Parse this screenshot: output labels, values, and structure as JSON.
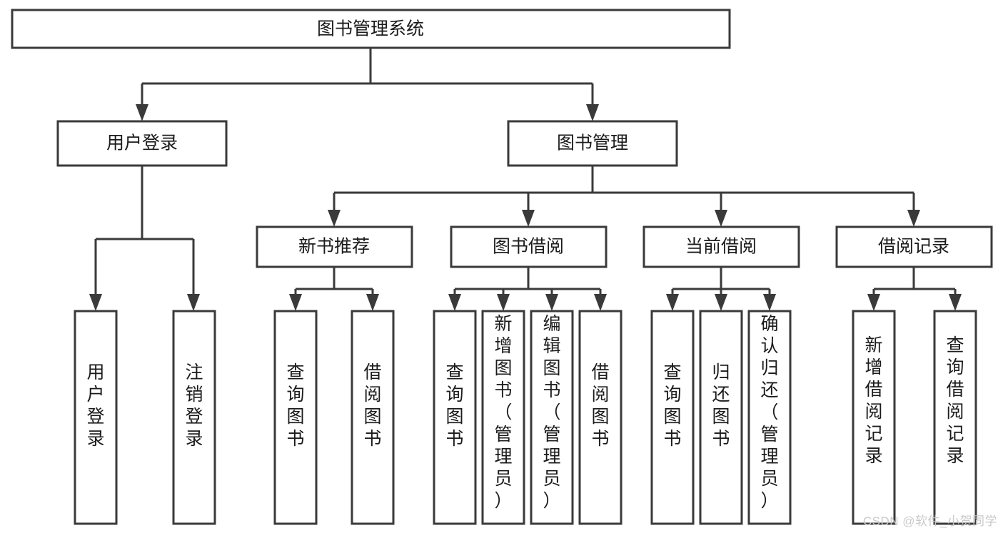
{
  "diagram": {
    "type": "tree",
    "title": "图书管理系统",
    "watermark": "CSDN @软件_小贺同学",
    "colors": {
      "stroke": "#3a3a3a",
      "fill": "#ffffff",
      "text": "#1b1b1b",
      "watermark": "#c9c9c9",
      "background": "#ffffff"
    },
    "root": {
      "label": "图书管理系统"
    },
    "level2": [
      {
        "label": "用户登录"
      },
      {
        "label": "图书管理"
      }
    ],
    "level3": [
      {
        "label": "新书推荐"
      },
      {
        "label": "图书借阅"
      },
      {
        "label": "当前借阅"
      },
      {
        "label": "借阅记录"
      }
    ],
    "leaves": {
      "user_login": [
        {
          "label": "用户登录"
        },
        {
          "label": "注销登录"
        }
      ],
      "new_book": [
        {
          "label": "查询图书"
        },
        {
          "label": "借阅图书"
        }
      ],
      "book_borrow": [
        {
          "label": "查询图书"
        },
        {
          "label": "新增图书（管理员）"
        },
        {
          "label": "编辑图书（管理员）"
        },
        {
          "label": "借阅图书"
        }
      ],
      "current_borrow": [
        {
          "label": "查询图书"
        },
        {
          "label": "归还图书"
        },
        {
          "label": "确认归还（管理员）"
        }
      ],
      "borrow_record": [
        {
          "label": "新增借阅记录"
        },
        {
          "label": "查询借阅记录"
        }
      ]
    }
  }
}
